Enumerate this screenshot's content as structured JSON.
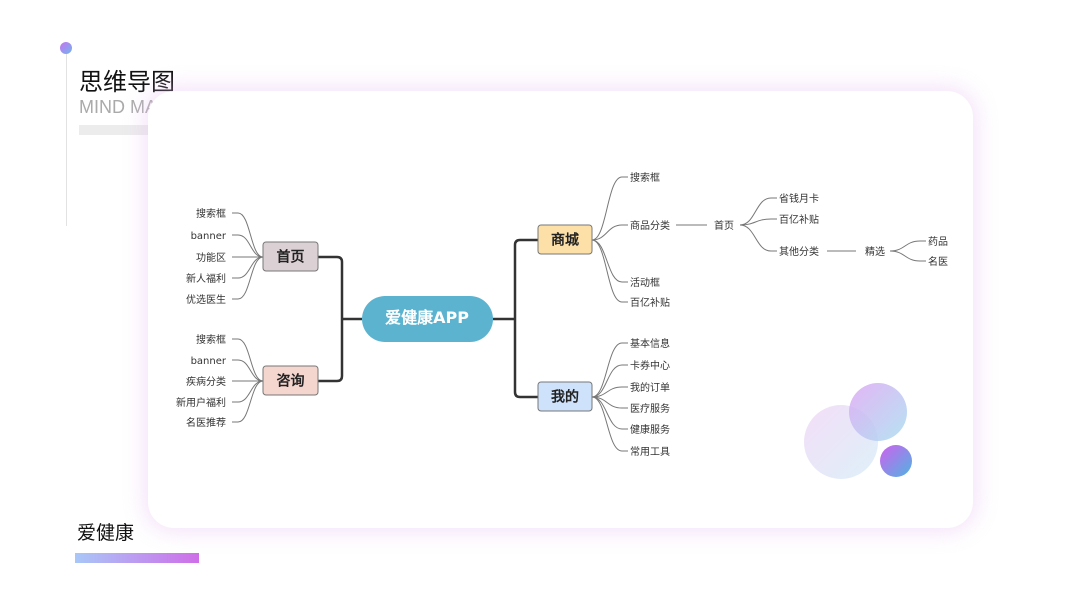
{
  "header": {
    "title": "思维导图",
    "subtitle": "MIND MAP"
  },
  "footer": {
    "brand": "爱健康"
  },
  "colors": {
    "center": "#5bb3d0",
    "home": "#dbd0d4",
    "consult": "#f5d6cf",
    "mall": "#fde0a8",
    "mine": "#cfe2fb",
    "accent_from": "#a9c7f8",
    "accent_to": "#cf6ee9"
  },
  "mindmap": {
    "center": "爱健康APP",
    "home": {
      "label": "首页",
      "children": [
        "搜索框",
        "banner",
        "功能区",
        "新人福利",
        "优选医生"
      ]
    },
    "consult": {
      "label": "咨询",
      "children": [
        "搜索框",
        "banner",
        "疾病分类",
        "新用户福利",
        "名医推荐"
      ]
    },
    "mall": {
      "label": "商城",
      "children": [
        "搜索框",
        "商品分类",
        "活动框",
        "百亿补贴"
      ],
      "category_child": "首页",
      "home_children": [
        "省钱月卡",
        "百亿补贴",
        "其他分类"
      ],
      "other_child": "精选",
      "featured_children": [
        "药品",
        "名医"
      ]
    },
    "mine": {
      "label": "我的",
      "children": [
        "基本信息",
        "卡券中心",
        "我的订单",
        "医疗服务",
        "健康服务",
        "常用工具"
      ]
    }
  }
}
